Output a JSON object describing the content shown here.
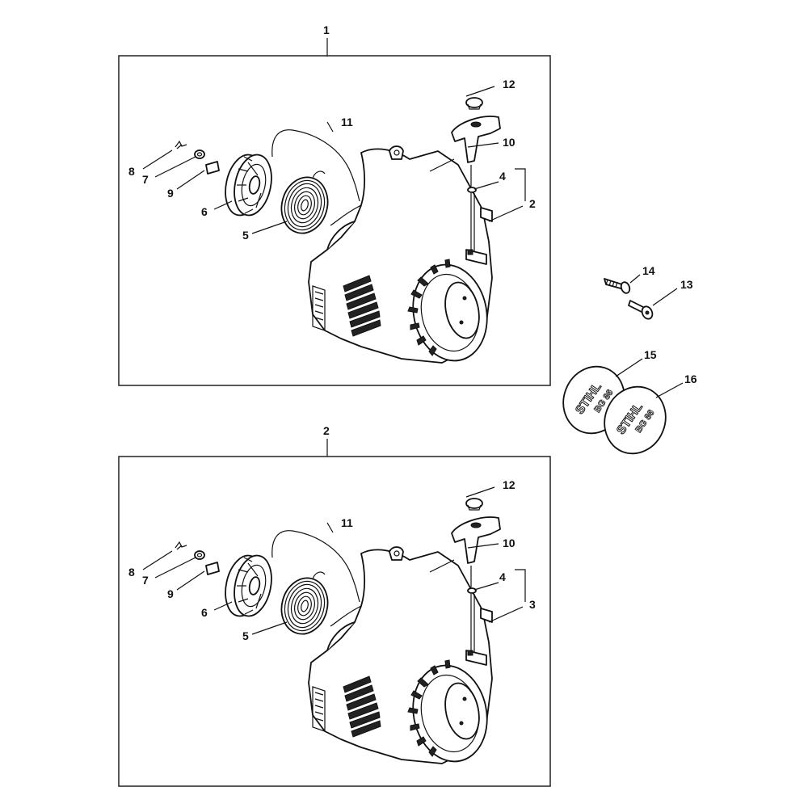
{
  "assemblies": [
    {
      "number": "1",
      "callouts": {
        "c12": "12",
        "c11": "11",
        "c10": "10",
        "c4": "4",
        "c2": "2",
        "c8": "8",
        "c7": "7",
        "c9": "9",
        "c6": "6",
        "c5": "5"
      }
    },
    {
      "number": "2",
      "callouts": {
        "c12": "12",
        "c11": "11",
        "c10": "10",
        "c4": "4",
        "c2": "3",
        "c8": "8",
        "c7": "7",
        "c9": "9",
        "c6": "6",
        "c5": "5"
      }
    }
  ],
  "loose_parts": {
    "p14": "14",
    "p13": "13",
    "p15": "15",
    "p16": "16"
  },
  "logo": {
    "brand": "STIHL",
    "model": "BG 86"
  }
}
